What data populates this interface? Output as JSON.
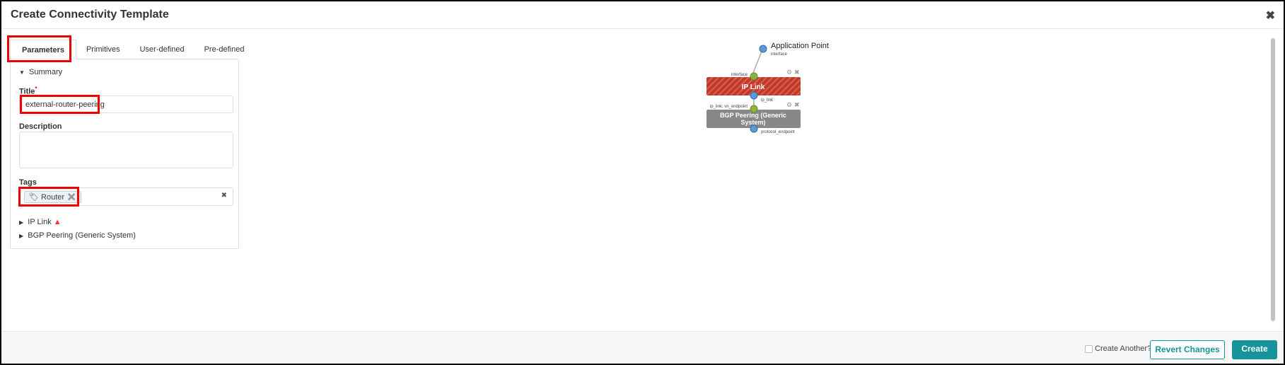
{
  "header": {
    "title": "Create Connectivity Template"
  },
  "tabs": [
    "Parameters",
    "Primitives",
    "User-defined",
    "Pre-defined"
  ],
  "form": {
    "summary": "Summary",
    "title_label": "Title",
    "required_mark": "*",
    "title_value": "external-router-peering",
    "description_label": "Description",
    "description_value": "",
    "tags_label": "Tags",
    "tags": [
      "Router"
    ],
    "sections": [
      "IP Link",
      "BGP Peering (Generic System)"
    ]
  },
  "graph": {
    "app_point": "Application Point",
    "app_port": "interface",
    "ip_link": {
      "label": "IP Link",
      "in_port": "interface",
      "out_port": "ip_link",
      "color": "#c0392b"
    },
    "bgp": {
      "label1": "BGP Peering (Generic",
      "label2": "System)",
      "in_port": "ip_link, vn_endpoint",
      "out_port": "protocol_endpoint",
      "color": "#888888"
    }
  },
  "footer": {
    "create_another": "Create Another?",
    "revert": "Revert Changes",
    "create": "Create",
    "accent": "#17939b"
  }
}
